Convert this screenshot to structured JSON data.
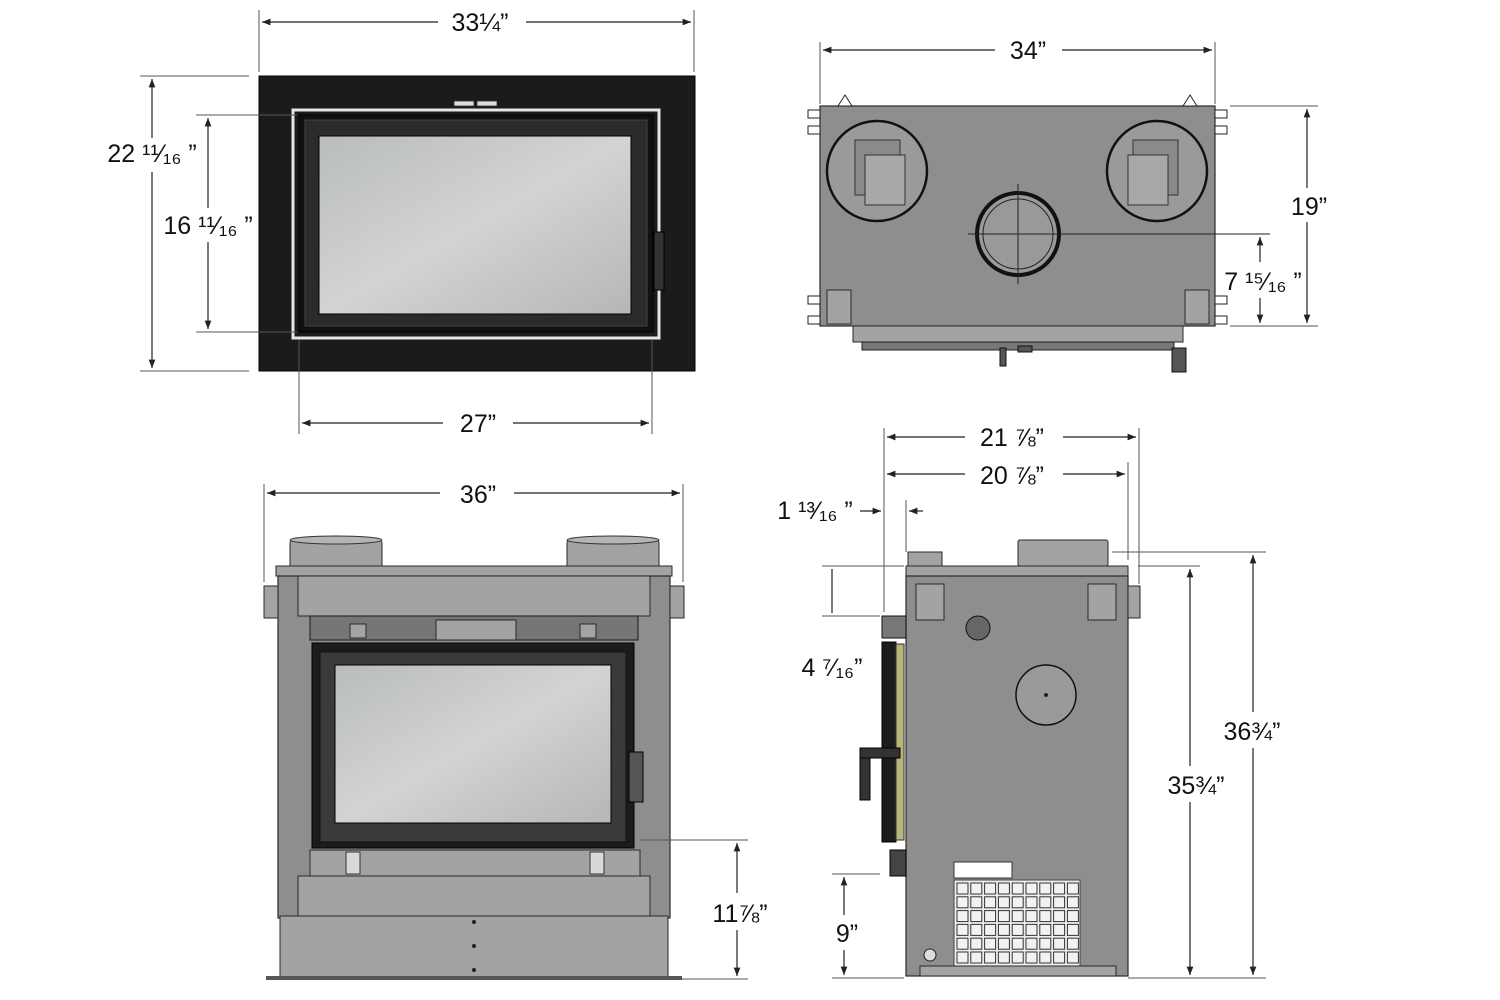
{
  "views": {
    "front_face": {
      "width": "33¼”",
      "overall_height": "22 ¹¹⁄₁₆ ”",
      "opening_height": "16 ¹¹⁄₁₆ ”",
      "opening_width": "27”"
    },
    "top_view": {
      "width": "34”",
      "depth": "19”",
      "flue_offset": "7 ¹⁵⁄₁₆ ”"
    },
    "front_elevation": {
      "width": "36”",
      "glass_bottom_height": "11⅞”"
    },
    "side_elevation": {
      "depth_overall": "21 ⅞”",
      "depth_body": "20 ⅞”",
      "door_projection": "1 ¹³⁄₁₆ ”",
      "collar_offset": "4 ⁷⁄₁₆”",
      "height_overall": "36¾”",
      "height_body": "35¾”",
      "leg_height": "9”"
    }
  }
}
